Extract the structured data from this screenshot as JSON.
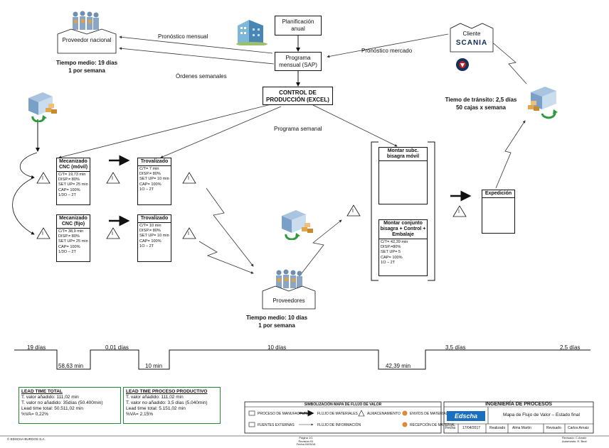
{
  "info": {
    "planificacion": "Planificación anual",
    "programa_mensual": "Programa mensual (SAP)",
    "control": "CONTROL DE PRODUCCIÓN (EXCEL)"
  },
  "supplier_top": {
    "name": "Proveedor nacional",
    "tiempo": "Tiempo medio: 19 días",
    "freq": "1 por semana"
  },
  "supplier_bottom": {
    "name": "Proveedores",
    "tiempo": "Tiempo medio: 10 días",
    "freq": "1 por semana"
  },
  "customer": {
    "label": "Cliente",
    "brand": "SCANIA",
    "transit": "Tiemo de tránsito: 2,5 días",
    "boxes": "50 cajas x semana"
  },
  "flows": {
    "pron_mensual": "Pronóstico mensual",
    "pron_mercado": "Pronóstico mercado",
    "ordenes": "Órdenes semanales",
    "prog_semanal": "Programa semanal"
  },
  "processes": {
    "mec_movil": {
      "title": "Mecanizado CNC (móvil)",
      "lines": [
        "C/T= 19,73 min",
        "DISP.= 80%",
        "SET UP= 25 min",
        "CAP= 100%",
        "1/3O – 2T"
      ]
    },
    "mec_fijo": {
      "title": "Mecanizado CNC (fijo)",
      "lines": [
        "C/T= 38,9 min",
        "DISP.= 80%",
        "SET UP= 25 min",
        "CAP= 100%",
        "1/3O – 2T"
      ]
    },
    "trov_1": {
      "title": "Trovalizado",
      "lines": [
        "C/T= 7 min",
        "DISP.= 80%",
        "SET UP= 10 min",
        "CAP= 100%",
        "1O – 2T"
      ]
    },
    "trov_2": {
      "title": "Trovalizado",
      "lines": [
        "C/T= 10 min",
        "DISP.= 80%",
        "SET UP= 10 min",
        "CAP= 100%",
        "1O – 2T"
      ]
    },
    "montar_sub": {
      "title": "Montar subc. bisagra móvil"
    },
    "montar_conj": {
      "title": "Montar conjunto bisagra + Control + Embalaje",
      "lines": [
        "C/T= 42,39 min",
        "DISP.=80%",
        "SET UP= 5",
        "CAP= 100%",
        "1O – 2T"
      ]
    },
    "expedicion": {
      "title": "Expedición"
    }
  },
  "inventory_mark": "I",
  "timeline": {
    "days": [
      "19 días",
      "0,01 días",
      "10 días",
      "3,5 días",
      "2,5 días"
    ],
    "times": [
      "58,63 min",
      "10 min",
      "42,39 min"
    ]
  },
  "lead_total": {
    "title": "LEAD TIME TOTAL",
    "lines": [
      "T. valor añadido: 111,02 min",
      "T. valor no añadido: 35días (50.400min)",
      "Lead time total: 50.511,02 min",
      "%VA= 0,22%"
    ]
  },
  "lead_proc": {
    "title": "LEAD TIME PROCESO PRODUCTIVO",
    "lines": [
      "T. valor añadido: 111,02 min",
      "T. valor no añadido: 3,5 días (5.040min)",
      "Lead time total: 5.151,02 min",
      "%VA= 2,15%"
    ]
  },
  "legend": {
    "title": "SIMBOLIZACIÓN MAPA DE FLUJO DE VALOR",
    "items": [
      "PROCESO DE MANUFACTURA",
      "FLUJO DE MATERIALES",
      "ALMACENAMIENTO",
      "ENVÍOS DE MATERIAL",
      "FUENTES EXTERNAS",
      "FLUJO DE INFORMACIÓN",
      "RECEPCIÓN DE MATERIAL"
    ]
  },
  "titleblock": {
    "dept": "INGENIERÍA DE PROCESOS",
    "logo": "Edscha",
    "title": "Mapa de Flujo de Valor – Estado final",
    "fecha_lbl": "Fecha",
    "fecha": "17/04/2017",
    "realizado_lbl": "Realizado",
    "realizado": "Alma Martín",
    "revisado_lbl": "Revisado",
    "revisado": "Carlos Arnaiz"
  },
  "footer": {
    "left": "© EDSCHA BURGOS S.A.",
    "center": [
      "Página 1/1",
      "Revisión 01",
      "Fecha 0403/16"
    ],
    "right": [
      "Revisado: C.Arnaiz",
      "Autorizado: R. Beal"
    ]
  }
}
